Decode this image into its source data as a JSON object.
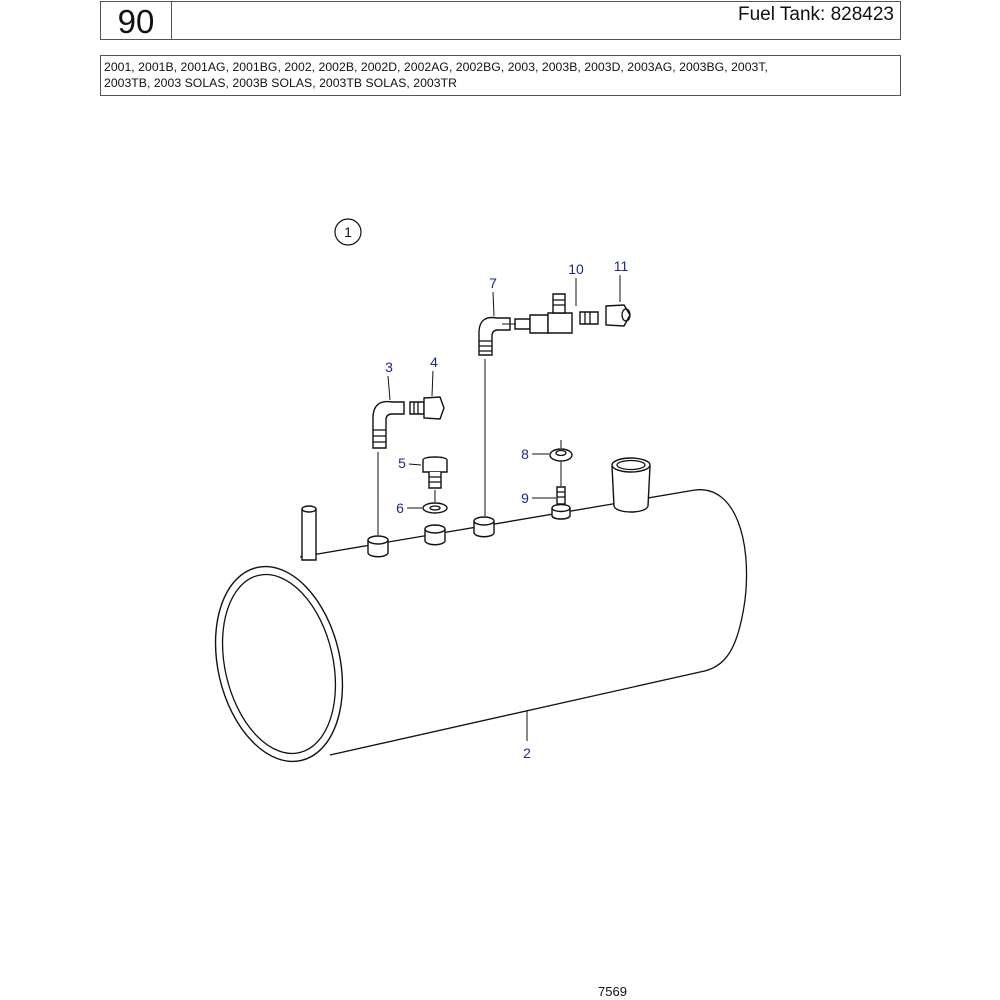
{
  "header": {
    "section_number": "90",
    "title": "Fuel Tank: 828423",
    "models_line1": "2001, 2001B, 2001AG, 2001BG, 2002, 2002B, 2002D, 2002AG, 2002BG, 2003, 2003B, 2003D, 2003AG, 2003BG, 2003T,",
    "models_line2": "2003TB, 2003 SOLAS, 2003B SOLAS, 2003TB SOLAS, 2003TR"
  },
  "diagram": {
    "callouts": {
      "c1": "1",
      "c2": "2",
      "c3": "3",
      "c4": "4",
      "c5": "5",
      "c6": "6",
      "c7": "7",
      "c8": "8",
      "c9": "9",
      "c10": "10",
      "c11": "11"
    },
    "callout_color": "#1a2a8c",
    "figure_number": "7569"
  }
}
